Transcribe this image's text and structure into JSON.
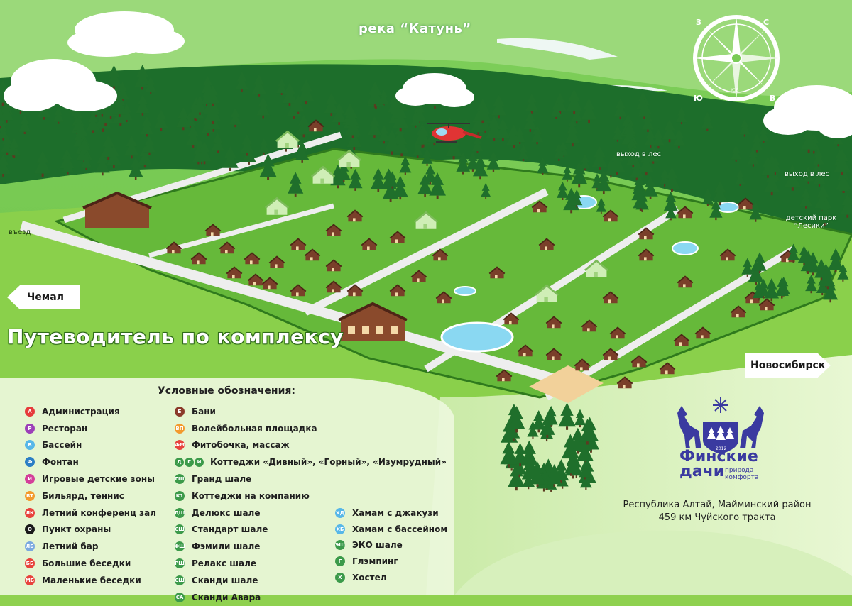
{
  "map": {
    "river_label": "река “Катунь”",
    "forest_exit_labels": [
      "выход в лес",
      "выход в лес"
    ],
    "entrance_label": "въезд",
    "kids_park_label": "детский парк “Лесики”",
    "guide_title": "Путеводитель по комплексу",
    "signs": {
      "left": "Чемал",
      "right": "Новосибирск"
    },
    "compass_letters": {
      "north": "С",
      "south": "Ю",
      "west": "З",
      "east": "В",
      "center": "ЮВ"
    }
  },
  "legend": {
    "title": "Условные обозначения:",
    "col1": [
      {
        "code": "А",
        "label": "Администрация",
        "color": "#e63b3b"
      },
      {
        "code": "Р",
        "label": "Ресторан",
        "color": "#9c3fb8"
      },
      {
        "code": "Б",
        "label": "Бассейн",
        "color": "#57b7e8"
      },
      {
        "code": "Ф",
        "label": "Фонтан",
        "color": "#2b7ec5"
      },
      {
        "code": "И",
        "label": "Игровые детские зоны",
        "color": "#d43f9a"
      },
      {
        "code": "БТ",
        "label": "Бильярд, теннис",
        "color": "#f39a2d"
      },
      {
        "code": "ЛК",
        "label": "Летний конференц зал",
        "color": "#e8433d"
      },
      {
        "code": "О",
        "label": "Пункт охраны",
        "color": "#1a1a1a"
      },
      {
        "code": "ЛБ",
        "label": "Летний бар",
        "color": "#7aa8e0"
      },
      {
        "code": "ББ",
        "label": "Большие беседки",
        "color": "#e8433d"
      },
      {
        "code": "МБ",
        "label": "Маленькие беседки",
        "color": "#e8433d"
      }
    ],
    "col2": [
      {
        "code": "Б",
        "label": "Бани",
        "color": "#8b3a2a"
      },
      {
        "code": "ВП",
        "label": "Волейбольная площадка",
        "color": "#f39a2d"
      },
      {
        "code": "ФМ",
        "label": "Фитобочка, массаж",
        "color": "#e8433d"
      },
      {
        "code": "ДГИ",
        "label": "Коттеджи «Дивный», «Горный», «Изумрудный»",
        "color": "#3c9a4a"
      },
      {
        "code": "ГШ",
        "label": "Гранд шале",
        "color": "#3c9a4a"
      },
      {
        "code": "К1",
        "label": "Коттеджи на компанию",
        "color": "#3c9a4a"
      },
      {
        "code": "ДШ",
        "label": "Делюкс шале",
        "color": "#3c9a4a"
      },
      {
        "code": "СШ",
        "label": "Стандарт шале",
        "color": "#3c9a4a"
      },
      {
        "code": "ФШ",
        "label": "Фэмили шале",
        "color": "#3c9a4a"
      },
      {
        "code": "РШ",
        "label": "Релакс шале",
        "color": "#3c9a4a"
      },
      {
        "code": "СШ",
        "label": "Сканди шале",
        "color": "#3c9a4a"
      },
      {
        "code": "СА",
        "label": "Сканди Авара",
        "color": "#3c9a4a"
      }
    ],
    "col3": [
      {
        "code": "ХД",
        "label": "Хамам с джакузи",
        "color": "#57b7e8"
      },
      {
        "code": "ХБ",
        "label": "Хамам с бассейном",
        "color": "#57b7e8"
      },
      {
        "code": "ЭШ",
        "label": "ЭКО шале",
        "color": "#3c9a4a"
      },
      {
        "code": "Г",
        "label": "Глэмпинг",
        "color": "#3c9a4a"
      },
      {
        "code": "Х",
        "label": "Хостел",
        "color": "#3c9a4a"
      }
    ]
  },
  "address": {
    "line1": "Республика Алтай, Майминский район",
    "line2": "459 км Чуйского тракта"
  },
  "logo": {
    "word1": "Финские",
    "word2": "дачи",
    "tag1": "природа",
    "tag2": "комфорта",
    "year": "2012"
  },
  "colors": {
    "grass": "#8fd14f",
    "forest": "#1f7a2e",
    "sky": "#ffffff",
    "logo": "#3a3aa0"
  }
}
